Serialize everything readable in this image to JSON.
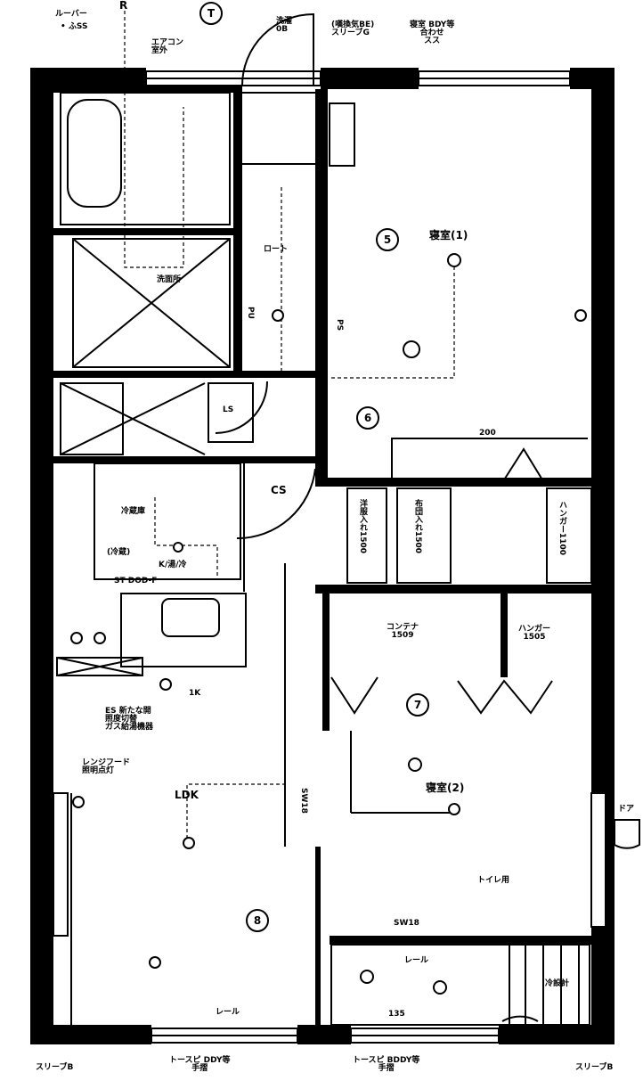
{
  "labels": {
    "luba": "ルーバー",
    "luba_sub": "• ふSS",
    "top_r": "R",
    "ac_shitsugai": "エアコン室外",
    "utility_box": "洗濯\n0B",
    "sleeve_g": "(嘆換気BE)\nスリーブG",
    "bedroom_label": "寝室 BDY等\n合わせ\nスス",
    "bedroom1": "寝室(1)",
    "hall_wall": "ロート",
    "closet_e": "PS",
    "sandoku": "洗面所",
    "pu": "PU",
    "ls": "LS",
    "fuku": "洋服入れ1500",
    "futon": "布団入れ1500",
    "hanger": "ハンガー1100",
    "cs": "CS",
    "kitchen": "K/湯/冷",
    "kitchen_sub": "ST DOD-F",
    "refrig": "冷蔵庫",
    "kitchen_counter": "(冷蔵)",
    "one_k": "1K",
    "ctr_label1": "ES 新たな開\n照度切替\nガス給湯機器",
    "range_hood": "レンジフード\n照明点灯",
    "ldk": "LDK",
    "sw_left": "SW18",
    "conteina": "コンテナ\n1509",
    "hanger2": "ハンガー\n1505",
    "bedroom2": "寝室(2)",
    "toilet_heat": "トイレ用",
    "sw_bottom": "SW18",
    "rail": "レール",
    "rail_top": "レール",
    "bottom_left": "スリーブB",
    "bottom_mid1": "トースピ DDY等\n手摺",
    "bottom_mid2": "トースピ BDDY等\n手摺",
    "bottom_right": "スリーブB",
    "nagashi": "冷設計",
    "shelf": "135",
    "bal_label": "ドア",
    "dashes": "200"
  },
  "markers": {
    "m5": "5",
    "m6": "6",
    "m7": "7",
    "m8": "8",
    "mT": "T"
  }
}
